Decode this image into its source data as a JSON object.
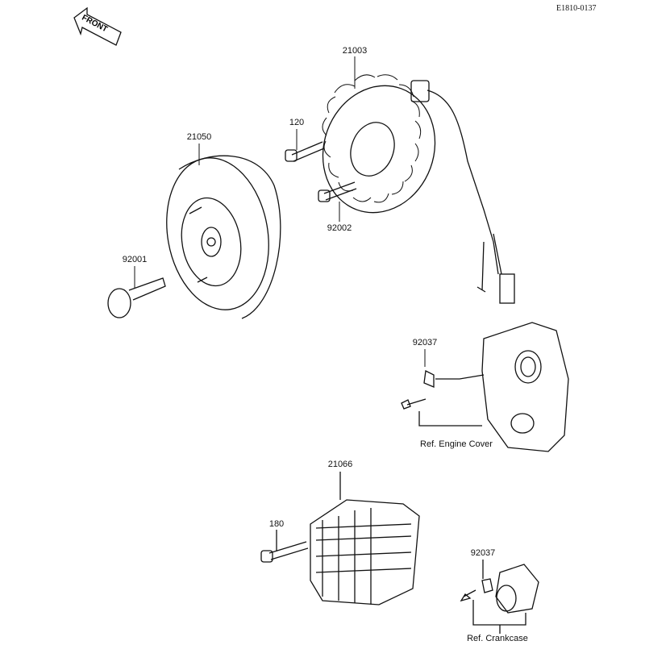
{
  "diagram_code": "E1810-0137",
  "front_label": "FRONT",
  "callouts": {
    "stator": "21003",
    "bolt_stator_upper": "120",
    "flywheel": "21050",
    "bolt_stator_lower": "92002",
    "flywheel_bolt": "92001",
    "clamp_upper": "92037",
    "ref_engine_cover": "Ref. Engine Cover",
    "regulator": "21066",
    "regulator_bolt": "180",
    "clamp_lower": "92037",
    "ref_crankcase": "Ref. Crankcase"
  }
}
